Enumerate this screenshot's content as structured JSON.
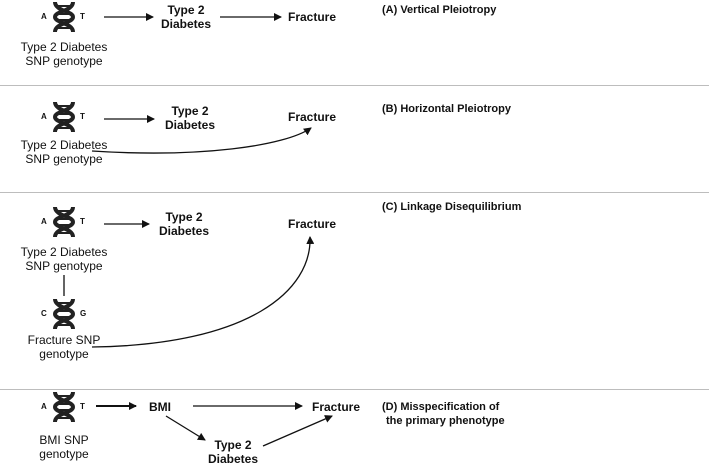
{
  "panels": {
    "a": {
      "caption": "(A) Vertical Pleiotropy",
      "allele_left": "A",
      "allele_right": "T",
      "snp_label_line1": "Type 2 Diabetes",
      "snp_label_line2": "SNP genotype",
      "mid_line1": "Type 2",
      "mid_line2": "Diabetes",
      "outcome": "Fracture"
    },
    "b": {
      "caption": "(B) Horizontal Pleiotropy",
      "allele_left": "A",
      "allele_right": "T",
      "snp_label_line1": "Type 2 Diabetes",
      "snp_label_line2": "SNP genotype",
      "mid_line1": "Type 2",
      "mid_line2": "Diabetes",
      "outcome": "Fracture"
    },
    "c": {
      "caption": "(C) Linkage Disequilibrium",
      "allele_left": "A",
      "allele_right": "T",
      "snp_label_line1": "Type 2 Diabetes",
      "snp_label_line2": "SNP genotype",
      "mid_line1": "Type 2",
      "mid_line2": "Diabetes",
      "outcome": "Fracture",
      "allele2_left": "C",
      "allele2_right": "G",
      "snp2_label_line1": "Fracture SNP",
      "snp2_label_line2": "genotype"
    },
    "d": {
      "caption_line1": "(D) Misspecification of",
      "caption_line2": "the primary phenotype",
      "allele_left": "A",
      "allele_right": "T",
      "snp_label_line1": "BMI SNP",
      "snp_label_line2": "genotype",
      "exposure": "BMI",
      "mid_line1": "Type 2",
      "mid_line2": "Diabetes",
      "outcome": "Fracture"
    }
  }
}
